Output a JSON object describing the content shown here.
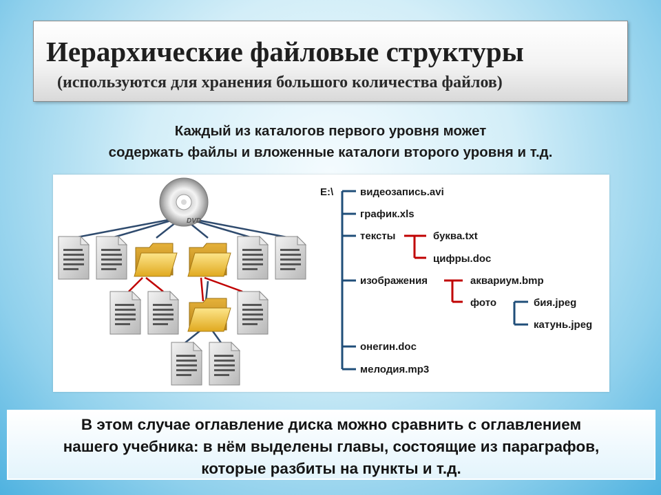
{
  "header": {
    "title": "Иерархические файловые структуры",
    "subtitle": "(используются для хранения большого количества файлов)"
  },
  "intro": {
    "line1": "Каждый из каталогов первого уровня может",
    "line2": "содержать файлы и вложенные каталоги второго уровня и т.д."
  },
  "disk": {
    "icon": "dvd-icon",
    "label": "DVD"
  },
  "tree": {
    "root": "E:\\",
    "items": {
      "video": "видеозапись.avi",
      "graph": "график.xls",
      "texts": "тексты",
      "letter": "буква.txt",
      "digits": "цифры.doc",
      "images": "изображения",
      "aquarium": "аквариум.bmp",
      "photo": "фото",
      "biya": "бия.jpeg",
      "katun": "катунь.jpeg",
      "onegin": "онегин.doc",
      "melody": "мелодия.mp3"
    }
  },
  "footer": {
    "line1": "В этом случае оглавление диска можно сравнить с оглавлением",
    "line2": "нашего учебника: в нём выделены главы, состоящие из параграфов,",
    "line3": "которые разбиты на пункты и т.д."
  },
  "colors": {
    "tree_main_line": "#1f4e79",
    "tree_sub_line": "#c00000",
    "folder": "#f2c94c",
    "file": "#cfcfcf"
  }
}
